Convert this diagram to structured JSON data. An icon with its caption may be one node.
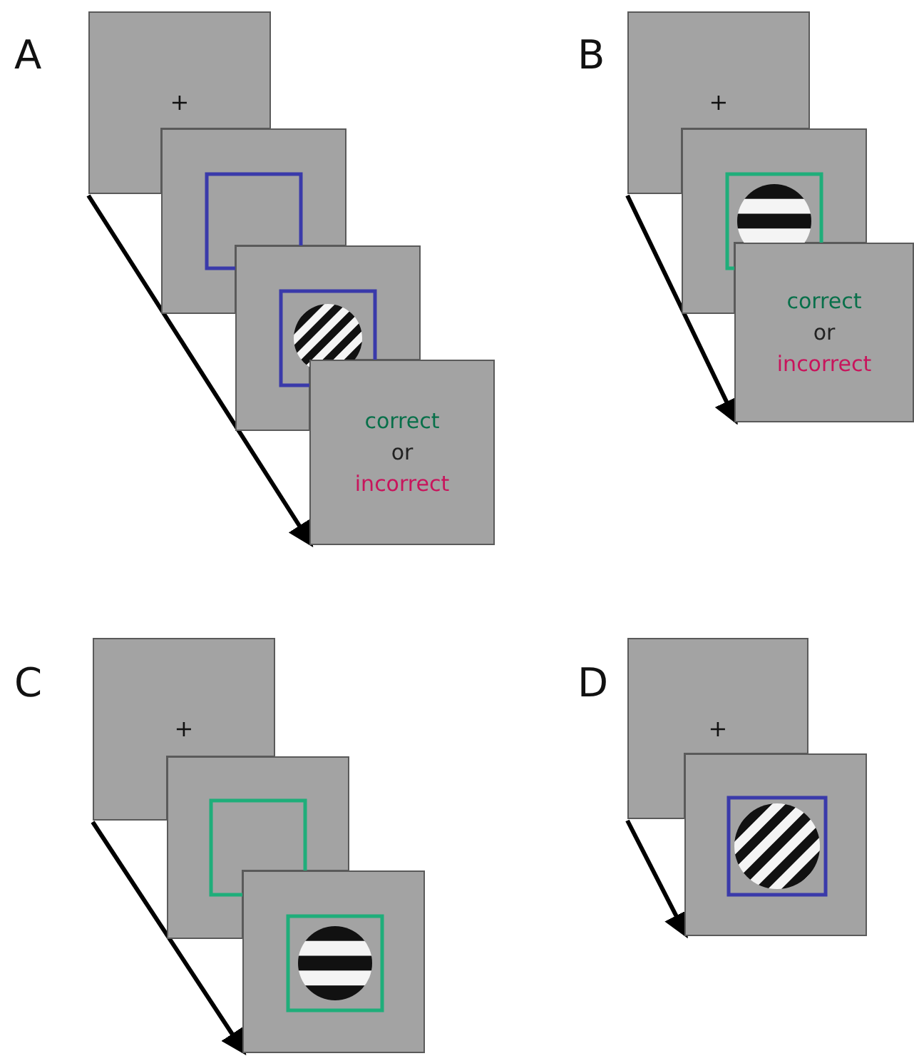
{
  "diagram": {
    "nodes": [
      {
        "text": [
          "+"
        ]
      },
      {
        "text": [],
        "shape": "box"
      },
      {
        "text": [],
        "shape": "box"
      },
      {
        "text": [
          "correct",
          "or",
          "incorrect"
        ]
      },
      {
        "text": [
          "+"
        ]
      },
      {
        "text": [],
        "shape": "box"
      },
      {
        "text": [
          "correct",
          "or",
          "incorrect"
        ]
      },
      {
        "text": [
          "+"
        ]
      },
      {
        "text": [],
        "shape": "box"
      },
      {
        "text": [],
        "shape": "box"
      },
      {
        "text": [
          "+"
        ]
      },
      {
        "text": [],
        "shape": "box"
      }
    ],
    "edges": [
      {
        "from": 0,
        "to": 3,
        "arrow": "to"
      },
      {
        "from": 4,
        "to": 6,
        "arrow": "to"
      },
      {
        "from": 7,
        "to": 9,
        "arrow": "to"
      },
      {
        "from": 10,
        "to": 11,
        "arrow": "to"
      }
    ],
    "labels": [
      "A",
      "B",
      "C",
      "D"
    ]
  }
}
